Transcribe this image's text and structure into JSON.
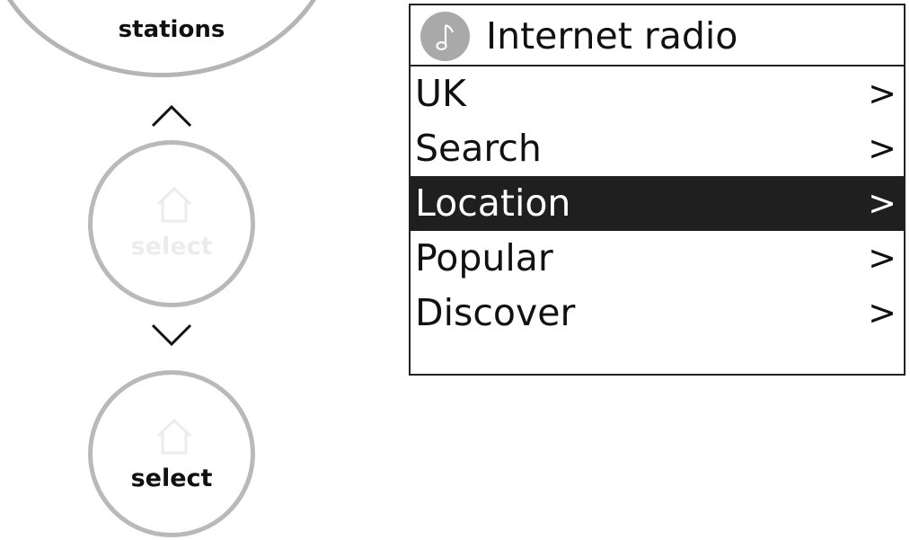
{
  "controls": {
    "dial_label": "stations",
    "up_arrow_icon": "chevron-up-icon",
    "down_arrow_icon": "chevron-down-icon",
    "ghost_select_label": "select",
    "select_label": "select",
    "home_icon": "home-icon"
  },
  "screen": {
    "header_icon": "music-note-icon",
    "title": "Internet radio",
    "items": [
      {
        "label": "UK",
        "chevron": ">",
        "selected": false
      },
      {
        "label": "Search",
        "chevron": ">",
        "selected": false
      },
      {
        "label": "Location",
        "chevron": ">",
        "selected": true
      },
      {
        "label": "Popular",
        "chevron": ">",
        "selected": false
      },
      {
        "label": "Discover",
        "chevron": ">",
        "selected": false
      }
    ]
  },
  "colors": {
    "dial_ring": "#b5b5b5",
    "ghost_label": "#ececec",
    "selected_row_bg": "#1f1f1f",
    "selected_row_text": "#ffffff",
    "badge_bg": "#a9a9a9"
  }
}
